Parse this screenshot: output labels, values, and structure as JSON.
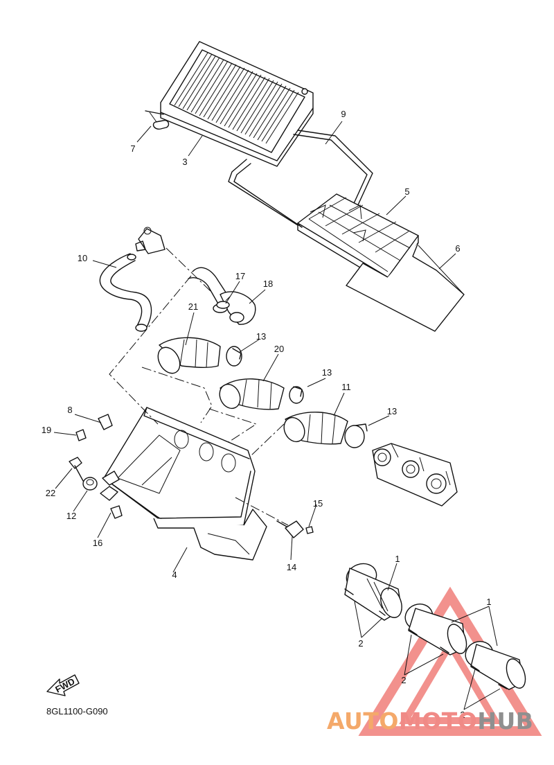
{
  "diagram": {
    "code": "8GL1100-G090",
    "fwd_label": "FWD",
    "callouts": [
      "1",
      "2",
      "3",
      "4",
      "5",
      "6",
      "7",
      "8",
      "9",
      "10",
      "11",
      "12",
      "13",
      "14",
      "15",
      "16",
      "17",
      "18",
      "19",
      "20",
      "21",
      "22"
    ]
  },
  "watermark": {
    "part1": "AUTO",
    "part2": "MOTO",
    "part3": "HUB",
    "color_auto": "#f4a96a",
    "color_moto": "#f08a86",
    "color_hub": "#8f8f8f",
    "color_triangle": "#e8362f"
  }
}
